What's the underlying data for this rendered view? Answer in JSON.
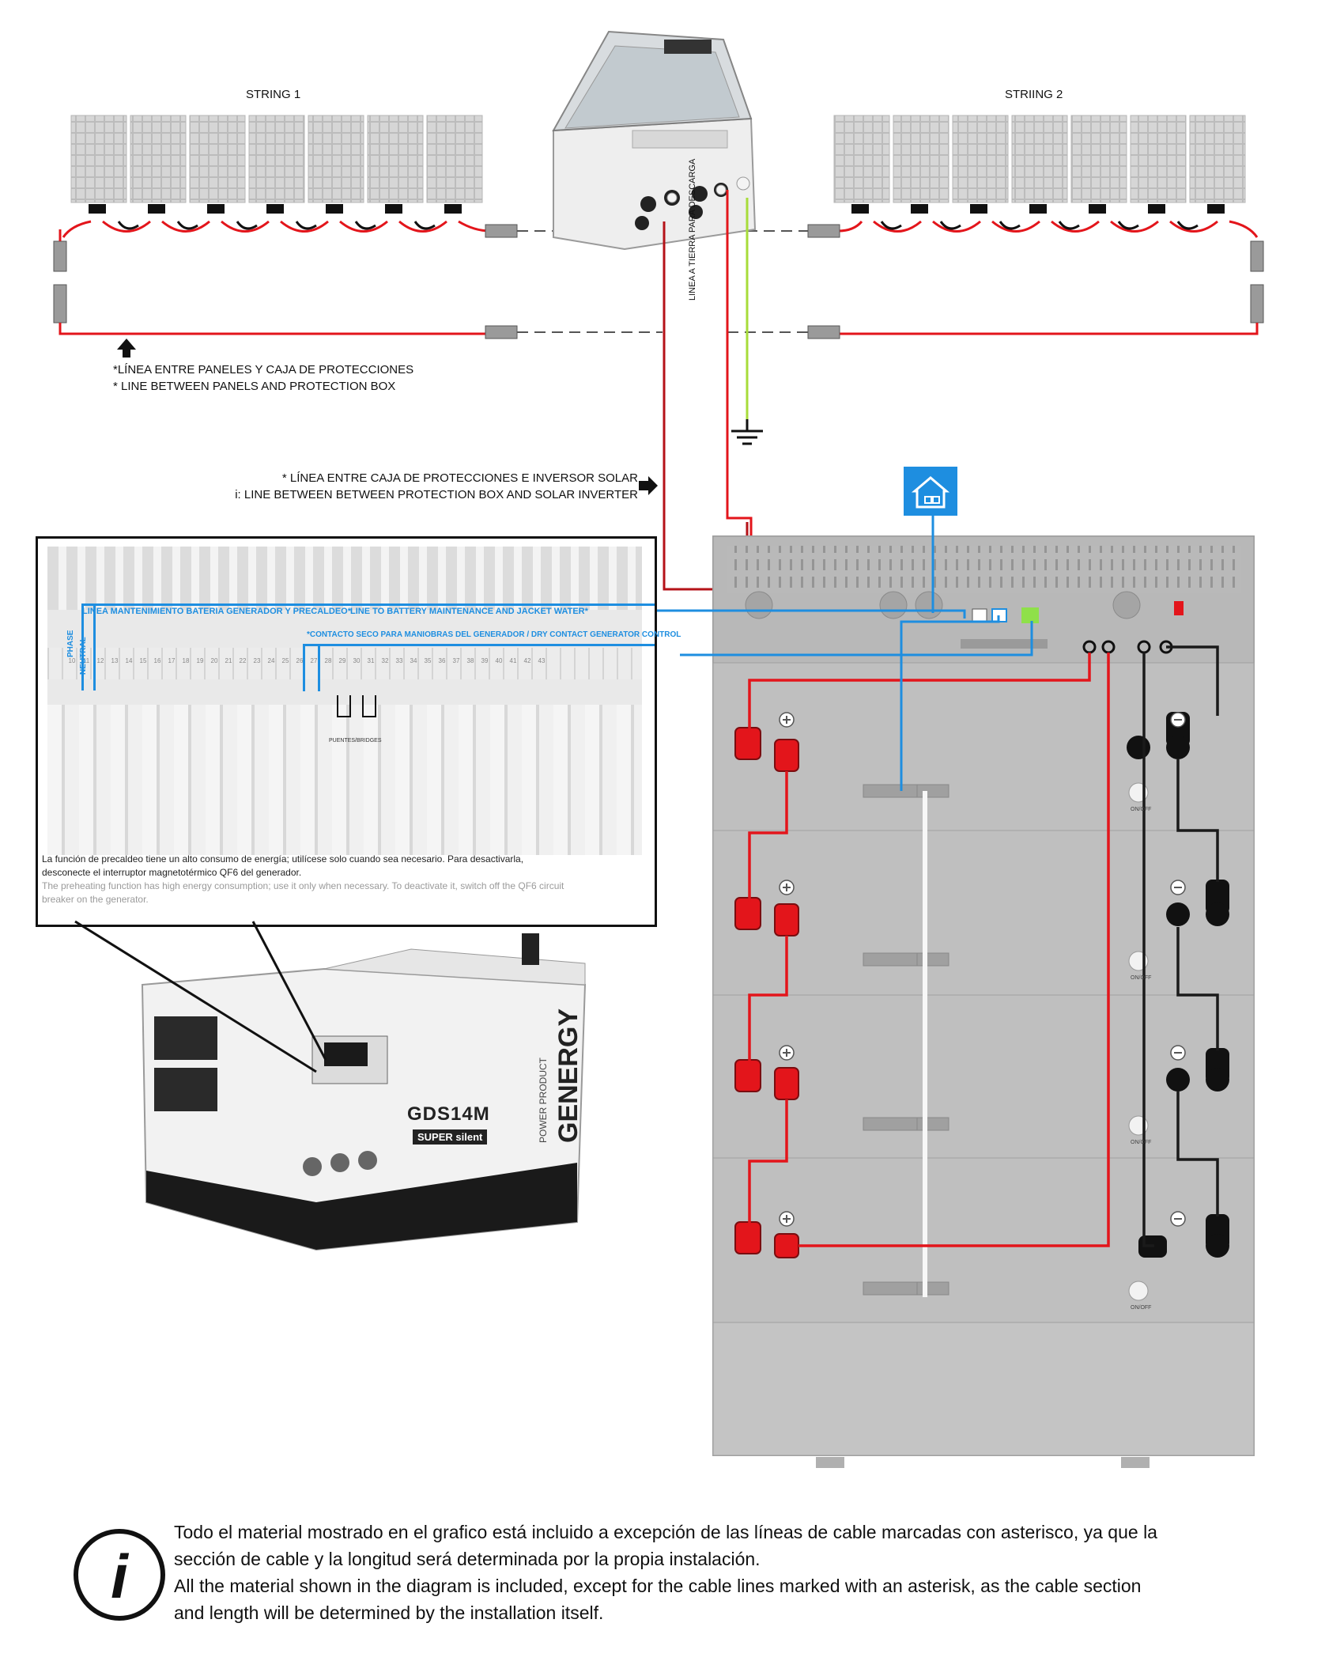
{
  "strings": {
    "string1_label": "STRING 1",
    "string2_label": "STRIING 2"
  },
  "captions": {
    "panels_box_es": "*LÍNEA ENTRE PANELES Y CAJA DE PROTECCIONES",
    "panels_box_en": "* LINE BETWEEN  PANELS AND PROTECTION BOX",
    "box_inverter_es": "* LÍNEA ENTRE CAJA DE PROTECCIONES E INVERSOR SOLAR",
    "box_inverter_en": "i: LINE BETWEEN  BETWEEN PROTECTION BOX AND SOLAR INVERTER",
    "ground_line": "LINEA A TIERRA PARA DESCARGA"
  },
  "inset": {
    "battery_line": "LINEA MANTENIMIENTO BATERIA GENERADOR Y PRECALDEO*",
    "battery_line_en": "LINE TO BATTERY MAINTENANCE AND JACKET WATER*",
    "dry_contact": "*CONTACTO SECO PARA MANIOBRAS DEL GENERADOR / DRY CONTACT GENERATOR CONTROL",
    "phase": "PHASE",
    "neutral": "NEUTRAL",
    "bridges": "PUENTES/BRIDGES",
    "terminals": [
      "10",
      "11",
      "12",
      "13",
      "14",
      "15",
      "16",
      "17",
      "18",
      "19",
      "20",
      "21",
      "22",
      "23",
      "24",
      "25",
      "26",
      "27",
      "28",
      "29",
      "30",
      "31",
      "32",
      "33",
      "34",
      "35",
      "36",
      "37",
      "38",
      "39",
      "40",
      "41",
      "42",
      "43"
    ],
    "note_es_1": "La función de precaldeo tiene un alto consumo de energía; utilícese solo cuando sea necesario. Para desactivarla,",
    "note_es_2": "desconecte el interruptor magnetotérmico QF6 del generador.",
    "note_en_1": "The preheating function has high energy consumption; use it only when necessary. To deactivate it, switch off the QF6 circuit",
    "note_en_2": "breaker on the generator."
  },
  "generator": {
    "model": "GDS14M",
    "badge": "SUPER silent",
    "brand": "GENERGY",
    "brand_sub": "POWER PRODUCT"
  },
  "battery": {
    "onoff_label": "ON/OFF"
  },
  "info_note": {
    "line1": "Todo el material mostrado en el grafico está incluido a excepción de las líneas de cable marcadas con asterisco, ya que la",
    "line2": "sección de cable y la longitud será determinada por la propia instalación.",
    "line3": "All the material shown in the diagram is included, except for the cable lines marked with an asterisk, as the cable section",
    "line4": "and length will be determined by the installation itself."
  },
  "colors": {
    "red_cable": "#e3151b",
    "dark_red_cable": "#b51218",
    "black_cable": "#1a1a1a",
    "green_ground": "#a7dc3a",
    "blue_signal": "#1e8ee0",
    "panel_grey": "#cfcfcf",
    "cabinet_grey": "#bdbdbd"
  },
  "icons": {
    "house": "house-icon",
    "ground": "ground-symbol-icon",
    "arrow_up": "arrow-up-icon",
    "arrow_right": "arrow-right-icon",
    "info": "info-icon"
  }
}
